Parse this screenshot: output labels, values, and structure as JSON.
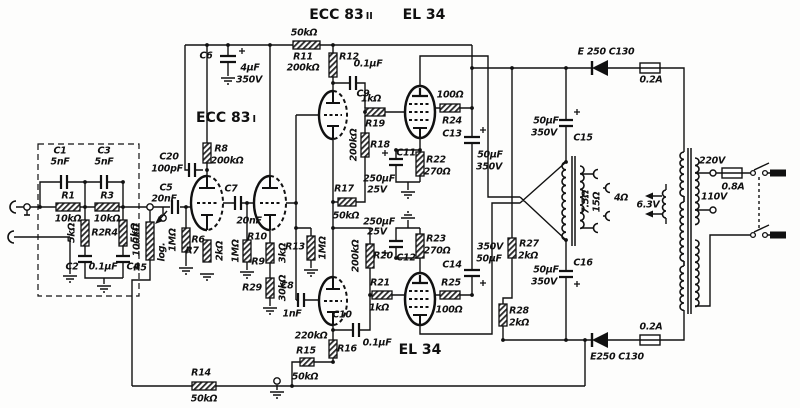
{
  "tubes": {
    "ecc83_i": {
      "base": "ECC 83",
      "num": "I"
    },
    "ecc83_ii": {
      "base": "ECC 83",
      "num": "II"
    },
    "el34_top": "EL 34",
    "el34_bottom": "EL 34"
  },
  "components": {
    "c1": {
      "ref": "C1",
      "value": "5nF"
    },
    "c3": {
      "ref": "C3",
      "value": "5nF"
    },
    "c2": {
      "ref": "C2"
    },
    "c4": {
      "ref": "C4"
    },
    "c2_c4_value": "0.1µF",
    "r1": {
      "ref": "R1",
      "value": "10kΩ"
    },
    "r3": {
      "ref": "R3",
      "value": "10kΩ"
    },
    "r2": {
      "ref": "R2",
      "value": "5kΩ"
    },
    "r4": {
      "ref": "R4",
      "value": "5kΩ"
    },
    "r5": {
      "ref": "R5",
      "value": "100kΩ",
      "taper": "log."
    },
    "c5": {
      "ref": "C5",
      "value": "20nF"
    },
    "c6": {
      "ref": "C6",
      "value": "4µF",
      "value2": "350V"
    },
    "c7": {
      "ref": "C7",
      "value": "20nF"
    },
    "c20": {
      "ref": "C20",
      "value": "100pF"
    },
    "r6": {
      "ref": "R6",
      "value": "1MΩ"
    },
    "r7": {
      "ref": "R7",
      "value": "2kΩ"
    },
    "r8": {
      "ref": "R8",
      "value": "200kΩ"
    },
    "r9": {
      "ref": "R9",
      "value": "1MΩ"
    },
    "r10": {
      "ref": "R10",
      "value": "3kΩ"
    },
    "r29": {
      "ref": "R29",
      "value": "30kΩ"
    },
    "r13": {
      "ref": "R13",
      "value": "1MΩ"
    },
    "r11": {
      "ref": "R11",
      "value": "50kΩ"
    },
    "r12": {
      "ref": "R12",
      "value": "200kΩ"
    },
    "c9": {
      "ref": "C9",
      "value": "0.1µF"
    },
    "r19": {
      "ref": "R19",
      "value": "1kΩ"
    },
    "r18": {
      "ref": "R18",
      "value": "200kΩ"
    },
    "r17": {
      "ref": "R17",
      "value": "50kΩ"
    },
    "c11": {
      "ref": "C11",
      "value": "250µF",
      "value2": "25V"
    },
    "r22": {
      "ref": "R22",
      "value": "270Ω"
    },
    "r24": {
      "ref": "R24",
      "value": "100Ω"
    },
    "c13": {
      "ref": "C13",
      "value": "50µF",
      "value2": "350V"
    },
    "c8": {
      "ref": "C8",
      "value": "1nF"
    },
    "c10": {
      "ref": "C10",
      "value": "0.1µF"
    },
    "r16": {
      "ref": "R16",
      "value": "220kΩ"
    },
    "r15": {
      "ref": "R15",
      "value": "50kΩ"
    },
    "r14": {
      "ref": "R14",
      "value": "50kΩ"
    },
    "r20": {
      "ref": "R20",
      "value": "200kΩ"
    },
    "r21": {
      "ref": "R21",
      "value": "1kΩ"
    },
    "r23": {
      "ref": "R23",
      "value": "270Ω"
    },
    "c12": {
      "ref": "C12",
      "value": "250µF",
      "value2": "25V"
    },
    "r25": {
      "ref": "R25",
      "value": "100Ω"
    },
    "c14": {
      "ref": "C14",
      "value": "350V",
      "value2": "50µF"
    },
    "r27": {
      "ref": "R27",
      "value": "2kΩ"
    },
    "r28": {
      "ref": "R28",
      "value": "2kΩ"
    },
    "c15": {
      "ref": "C15",
      "value": "50µF",
      "value2": "350V"
    },
    "c16": {
      "ref": "C16",
      "value": "50µF",
      "value2": "350V"
    }
  },
  "power": {
    "rectifier_top": "E 250 C130",
    "rectifier_bottom": "E250 C130",
    "fuse_top": "0.2A",
    "fuse_bottom": "0.2A",
    "fuse_mains": "0.8A",
    "mains_220": "220V",
    "mains_110": "110V",
    "heater": "6.3V"
  },
  "output_taps": {
    "t75": "7.5Ω",
    "t15": "15Ω",
    "t4": "4Ω"
  }
}
